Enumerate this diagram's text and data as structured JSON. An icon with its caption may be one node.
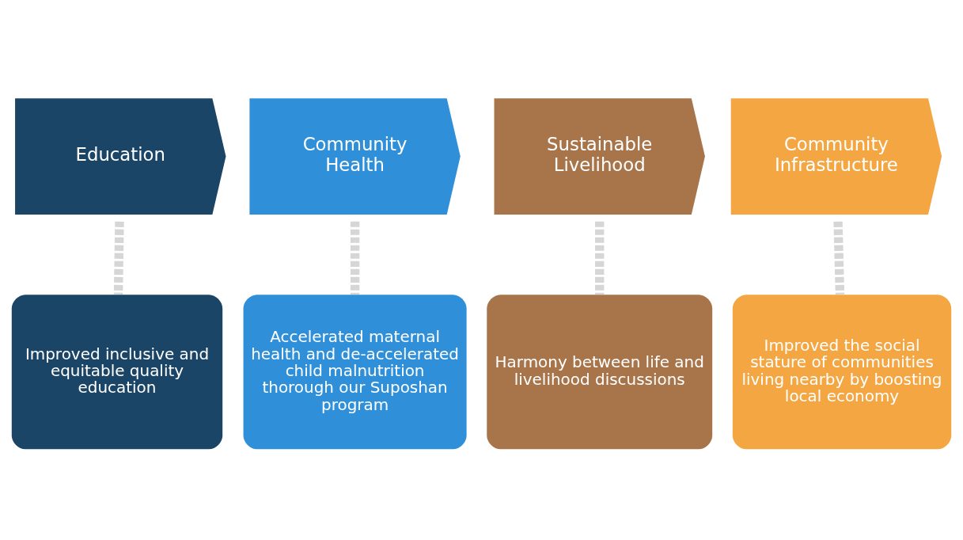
{
  "diagram": {
    "nodes": [
      {
        "text": [
          "Education"
        ]
      },
      {
        "text": [
          "Community Health"
        ]
      },
      {
        "text": [
          "Sustainable Livelihood"
        ]
      },
      {
        "text": [
          "Community Infrastructure"
        ]
      },
      {
        "text": [
          "Improved inclusive and equitable quality education"
        ]
      },
      {
        "text": [
          "Accelerated maternal health and de-accelerated child malnutrition thorough our Suposhan program"
        ]
      },
      {
        "text": [
          "Harmony between life and livelihood discussions"
        ]
      },
      {
        "text": [
          "Improved the social stature of communities living nearby by boosting local economy"
        ]
      }
    ],
    "edges": [
      {
        "from": 0,
        "to": 4,
        "arrow": "none",
        "style": "dashed"
      },
      {
        "from": 1,
        "to": 5,
        "arrow": "none",
        "style": "dashed"
      },
      {
        "from": 2,
        "to": 6,
        "arrow": "none",
        "style": "dashed"
      },
      {
        "from": 3,
        "to": 7,
        "arrow": "none",
        "style": "dashed"
      }
    ]
  }
}
